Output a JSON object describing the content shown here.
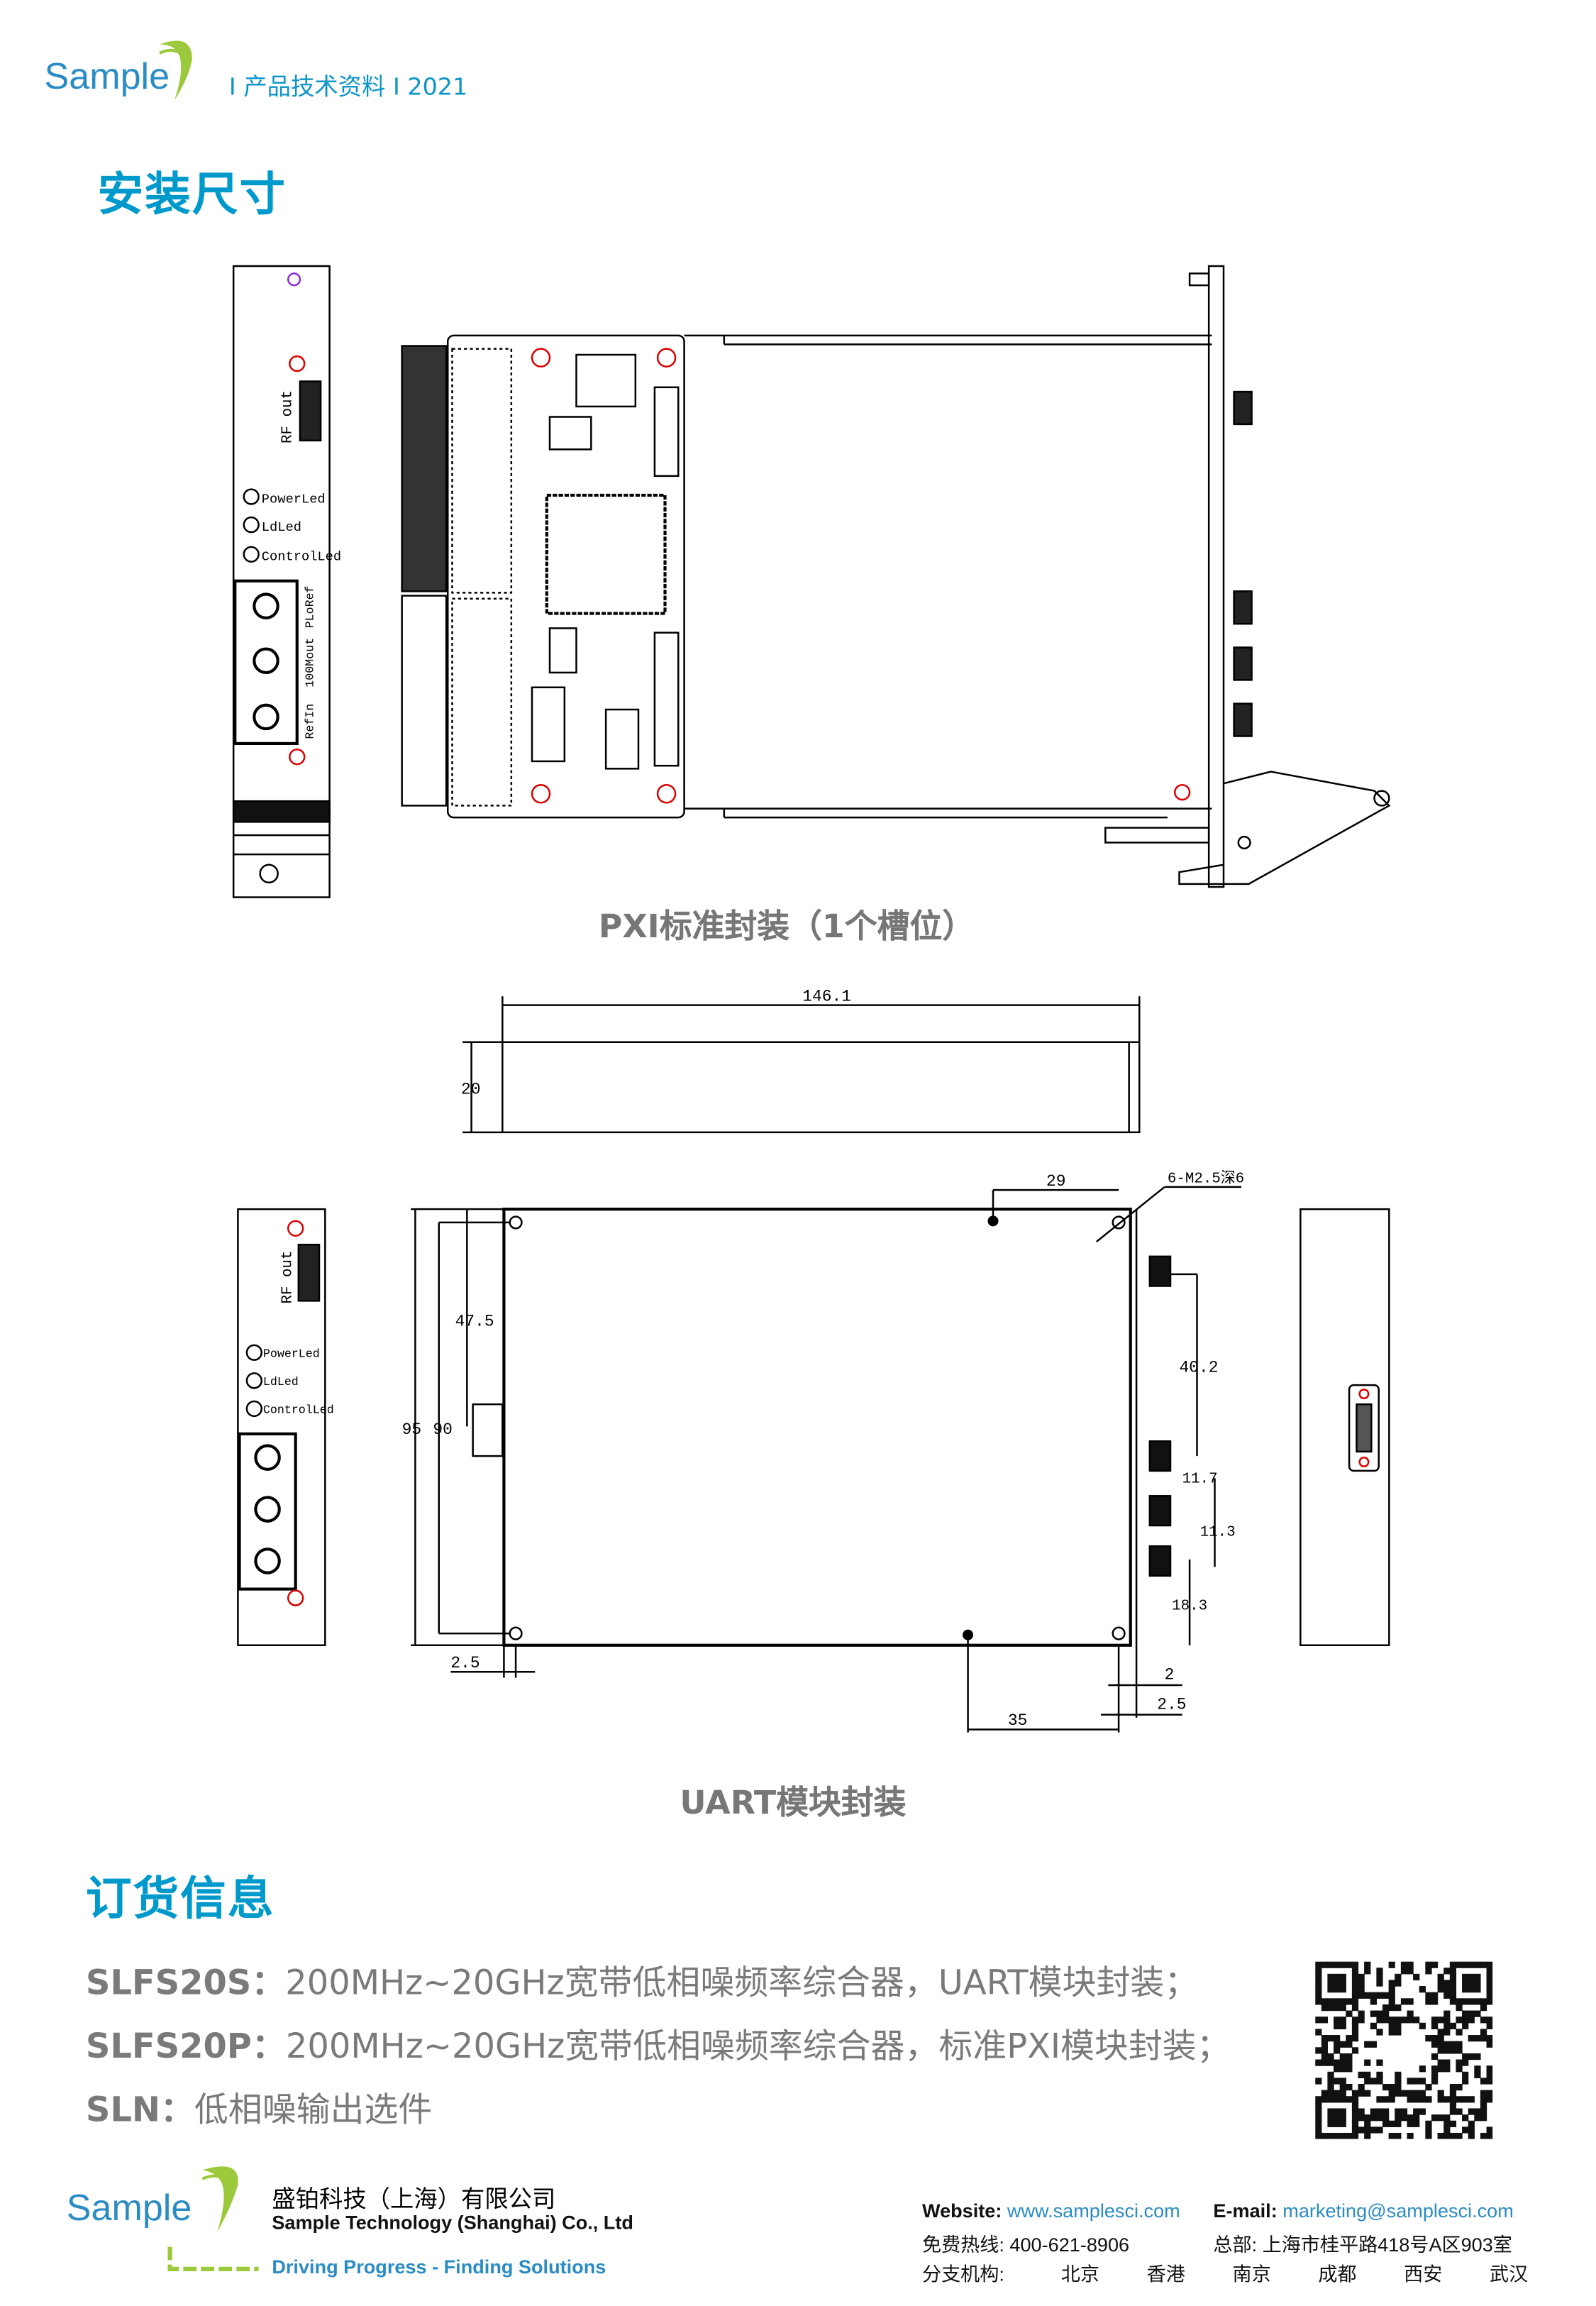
{
  "header": {
    "logo_text": "Sample",
    "tagline": "I 产品技术资料 I 2021"
  },
  "section_install": {
    "title": "安装尺寸",
    "pxi_caption": "PXI标准封装（1个槽位）",
    "uart_caption": "UART模块封装",
    "panel_labels": {
      "rf_out": "RF out",
      "power_led": "PowerLed",
      "ld_led": "LdLed",
      "control_led": "ControlLed",
      "ref_out": "PLoRef",
      "out_100m": "100Mout",
      "ref_in": "RefIn"
    },
    "dimensions": {
      "length": "146.1",
      "height": "20",
      "d29": "29",
      "holes": "6-M2.5深6",
      "d47_5": "47.5",
      "d95": "95",
      "d90": "90",
      "d40_2": "40.2",
      "d11_7": "11.7",
      "d11_3": "11.3",
      "d18_3": "18.3",
      "d2_5_left": "2.5",
      "d2": "2",
      "d2_5_right": "2.5",
      "d35": "35"
    }
  },
  "section_order": {
    "title": "订货信息",
    "items": [
      {
        "code": "SLFS20S",
        "sep": "：",
        "desc": "200MHz~20GHz宽带低相噪频率综合器，UART模块封装；"
      },
      {
        "code": "SLFS20P",
        "sep": "：",
        "desc": "200MHz~20GHz宽带低相噪频率综合器，标准PXI模块封装；"
      },
      {
        "code": "SLN",
        "sep": "：",
        "desc": "低相噪输出选件"
      }
    ]
  },
  "footer": {
    "logo_text": "Sample",
    "company_cn": "盛铂科技（上海）有限公司",
    "company_en": "Sample Technology (Shanghai) Co., Ltd",
    "slogan": "Driving Progress - Finding Solutions",
    "website_label": "Website:",
    "website": "www.samplesci.com",
    "email_label": "E-mail:",
    "email": "marketing@samplesci.com",
    "hotline_label": "免费热线:",
    "hotline": "400-621-8906",
    "hq_label": "总部:",
    "hq": "上海市桂平路418号A区903室",
    "branches_label": "分支机构:",
    "branches": [
      "北京",
      "香港",
      "南京",
      "成都",
      "西安",
      "武汉"
    ]
  },
  "colors": {
    "brand_blue": "#0099cc",
    "logo_green": "#9cc93b",
    "body_gray": "#7a7a7a"
  }
}
